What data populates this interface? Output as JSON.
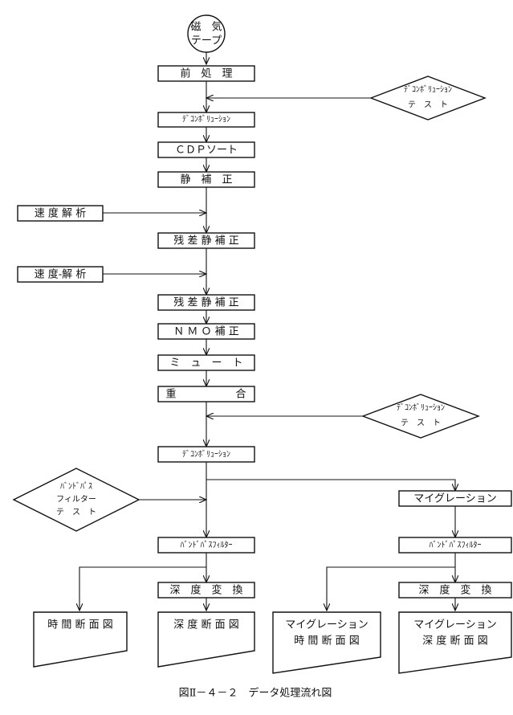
{
  "nodes": {
    "mag_tape": [
      "磁　気",
      "テープ"
    ],
    "preprocess": "前　処　理",
    "decon_test_1": [
      "ﾃﾞｺﾝﾎﾞﾘｭｰｼｮﾝ",
      "テ　ス　ト"
    ],
    "decon_1": "ﾃﾞｺﾝﾎﾞﾘｭｰｼｮﾝ",
    "cdp_sort": "ＣＤＰソート",
    "static_corr": "静　補　正",
    "velocity_1": "速 度 解 析",
    "residual_static_1": "残 差 静 補 正",
    "velocity_2": "速 度‐解 析",
    "residual_static_2": "残 差 静 補 正",
    "nmo_corr": "Ｎ Ｍ Ｏ 補 正",
    "mute": "ミ　ュ　ー　ト",
    "stack_left": "重",
    "stack_right": "合",
    "decon_test_2": [
      "ﾃﾞｺﾝﾎﾞﾘｭｰｼｮﾝ",
      "テ　ス　ト"
    ],
    "decon_2": "ﾃﾞｺﾝﾎﾞﾘｭｰｼｮﾝ",
    "bandpass_test": [
      "ﾊﾞﾝﾄﾞﾊﾟｽ",
      "フィルター",
      "テ　ス　ト"
    ],
    "migration": "マイグレーション",
    "bandpass_left": "ﾊﾞﾝﾄﾞﾊﾟｽﾌｨﾙﾀｰ",
    "bandpass_right": "ﾊﾞﾝﾄﾞﾊﾟｽﾌｨﾙﾀｰ",
    "depth_conv_left": "深　度　変　換",
    "depth_conv_right": "深　度　変　換",
    "time_section": "時 間 断 面 図",
    "depth_section": "深 度 断 面 図",
    "mig_time_section": [
      "マイグレーション",
      "時 間 断 面 図"
    ],
    "mig_depth_section": [
      "マイグレーション",
      "深 度 断 面 図"
    ]
  },
  "caption": "図Ⅱ－４－２　データ処理流れ図"
}
